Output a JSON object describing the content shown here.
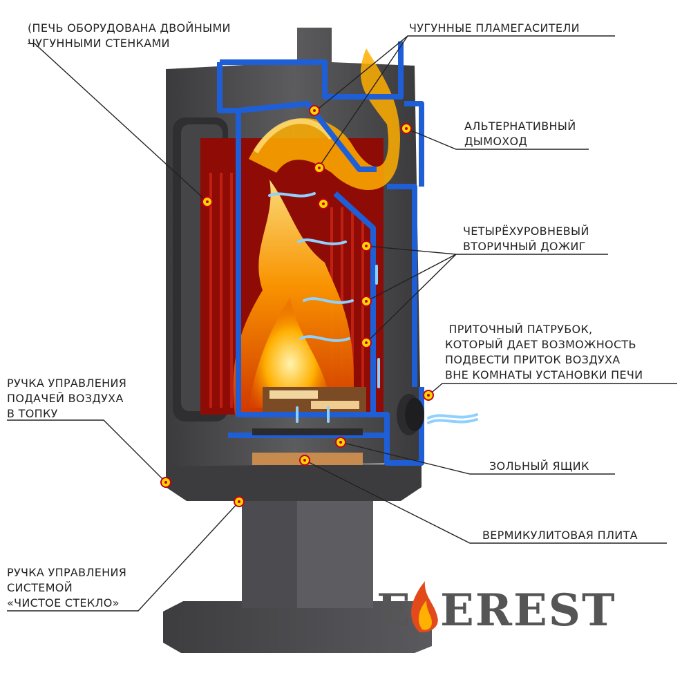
{
  "labels": {
    "double_walls": "(ПЕЧЬ ОБОРУДОВАНА ДВОЙНЫМИ\nЧУГУННЫМИ СТЕНКАМИ",
    "flame_baffles": "ЧУГУННЫЕ ПЛАМЕГАСИТЕЛИ",
    "alt_chimney": "АЛЬТЕРНАТИВНЫЙ\nДЫМОХОД",
    "secondary_burn": "ЧЕТЫРЁХУРОВНЕВЫЙ\nВТОРИЧНЫЙ ДОЖИГ",
    "air_inlet": " ПРИТОЧНЫЙ ПАТРУБОК,\nКОТОРЫЙ ДАЕТ ВОЗМОЖНОСТЬ\nПОДВЕСТИ ПРИТОК ВОЗДУХА\nВНЕ КОМНАТЫ УСТАНОВКИ ПЕЧИ",
    "air_handle": "РУЧКА УПРАВЛЕНИЯ\nПОДАЧЕЙ ВОЗДУХА\nВ ТОПКУ",
    "ash_box": "ЗОЛЬНЫЙ ЯЩИК",
    "vermiculite": "ВЕРМИКУЛИТОВАЯ ПЛИТА",
    "clean_glass_handle": "РУЧКА УПРАВЛЕНИЯ\nСИСТЕМОЙ\n«ЧИСТОЕ СТЕКЛО»"
  },
  "logo": {
    "left": "E",
    "right": "EREST"
  },
  "colors": {
    "cast_iron": "#4a4a4c",
    "insulation_blue": "#1e5fd8",
    "firebox_red": "#b5120a",
    "flame": "#ffb300",
    "marker": "#ffd400",
    "leader": "#222222"
  }
}
